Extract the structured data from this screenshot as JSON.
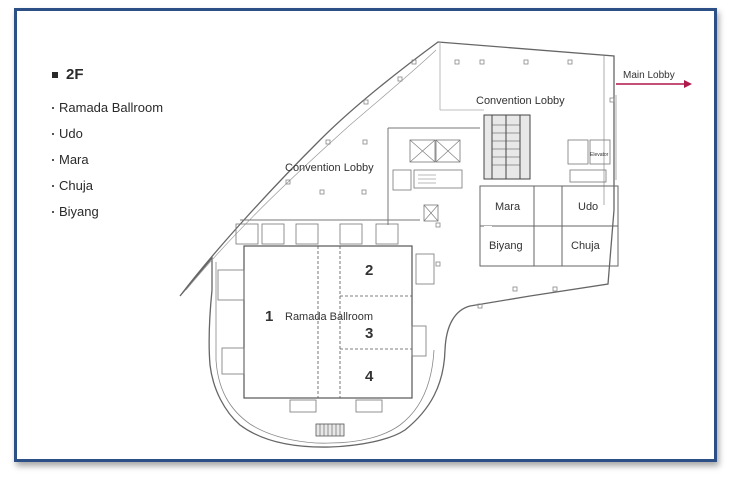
{
  "floor": {
    "title": "2F"
  },
  "legend": {
    "items": [
      "Ramada Ballroom",
      "Udo",
      "Mara",
      "Chuja",
      "Biyang"
    ]
  },
  "plan": {
    "main_lobby": "Main Lobby",
    "convention_lobby_upper": "Convention Lobby",
    "convention_lobby_lower": "Convention Lobby",
    "elevator": "Elevator",
    "ballroom": "Ramada Ballroom",
    "sections": [
      "1",
      "2",
      "3",
      "4"
    ],
    "rooms": {
      "mara": "Mara",
      "udo": "Udo",
      "biyang": "Biyang",
      "chuja": "Chuja"
    }
  },
  "colors": {
    "frame": "#2c4f86",
    "arrow": "#b0174a",
    "line": "#555555"
  }
}
